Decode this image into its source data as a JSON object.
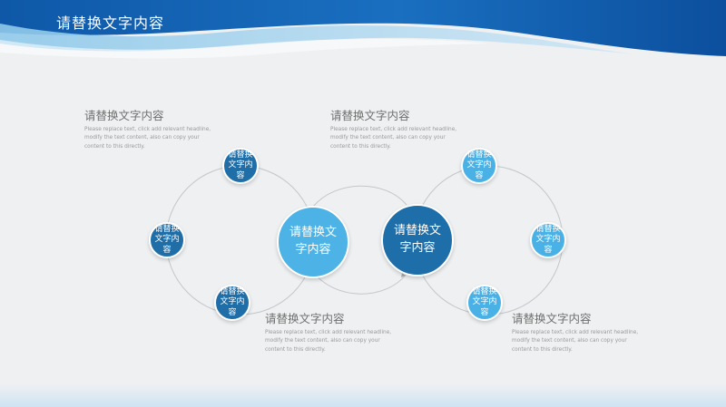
{
  "header": {
    "title": "请替换文字内容"
  },
  "colors": {
    "dark_blue": "#1e6fa9",
    "mid_blue": "#2f8ac4",
    "light_blue": "#45aee3",
    "sky_blue": "#5bbfec",
    "connector": "#c4c7ca"
  },
  "left_cycle": {
    "center": "请替换文字内容",
    "top": "请替换文字内容",
    "left": "请替换文字内容",
    "bottom": "请替换文字内容"
  },
  "right_cycle": {
    "center": "请替换文字内容",
    "top": "请替换文字内容",
    "right": "请替换文字内容",
    "bottom": "请替换文字内容"
  },
  "text_blocks": {
    "top_left": {
      "heading": "请替换文字内容",
      "body": "Please replace text, click add relevant headline, modify the text content, also can copy your content to this directly."
    },
    "top_center": {
      "heading": "请替换文字内容",
      "body": "Please replace text, click add relevant headline, modify the text content, also can copy your content to this directly."
    },
    "bottom_center": {
      "heading": "请替换文字内容",
      "body": "Please replace text, click add relevant headline, modify the text content, also can copy your content to this directly."
    },
    "bottom_right": {
      "heading": "请替换文字内容",
      "body": "Please replace text, click add relevant headline, modify the text content, also can copy your content to this directly."
    }
  }
}
